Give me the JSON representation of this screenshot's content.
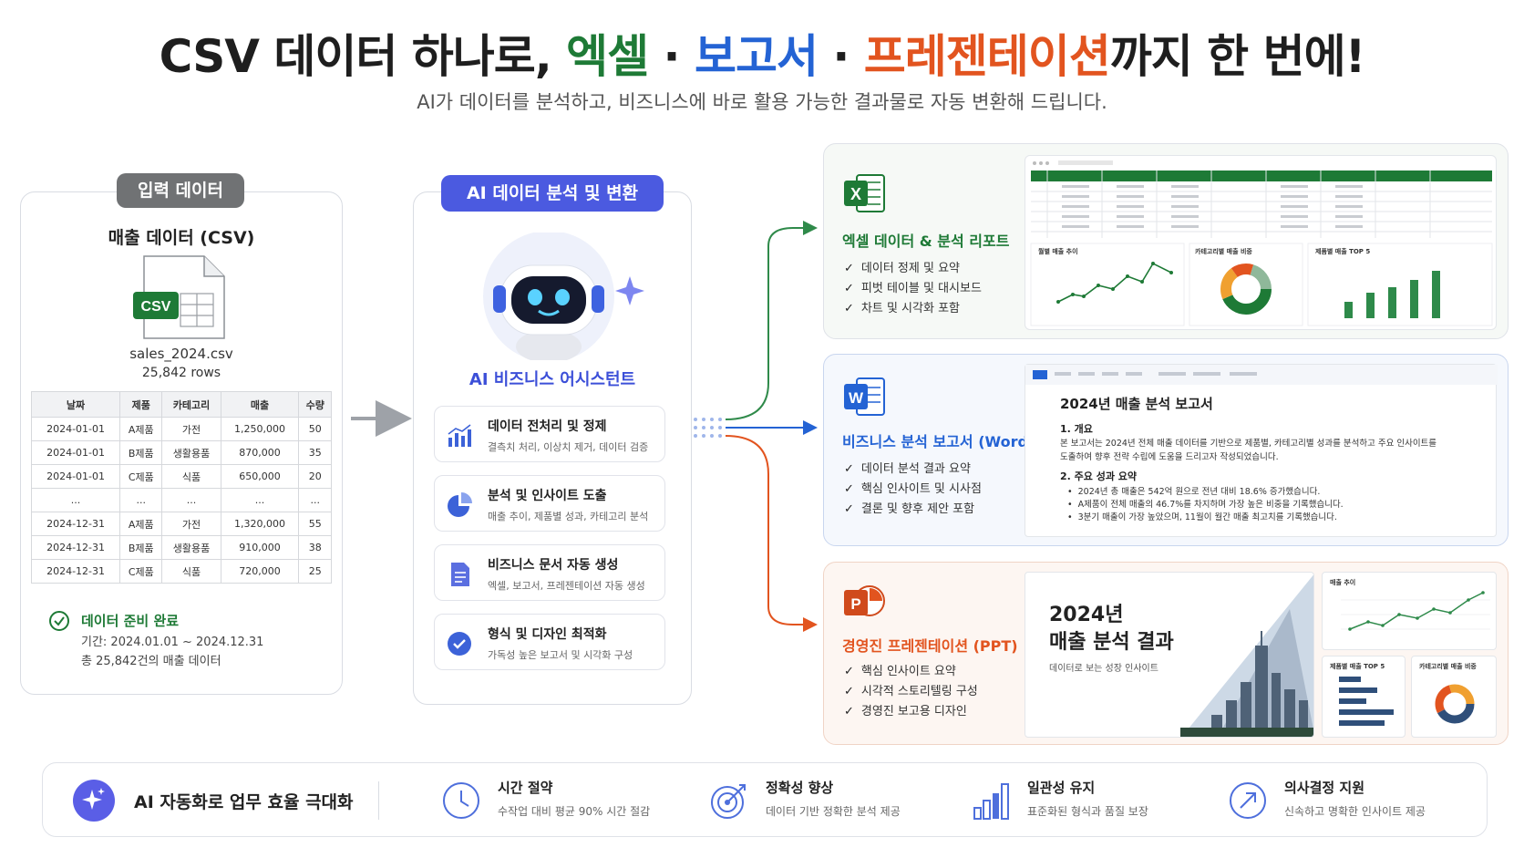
{
  "header": {
    "title_part1": "CSV 데이터 하나로, ",
    "title_excel": "엑셀",
    "title_sep1": " · ",
    "title_report": "보고서",
    "title_sep2": " · ",
    "title_ppt": "프레젠테이션",
    "title_part2": "까지 한 번에!",
    "subtitle": "AI가 데이터를 분석하고, 비즈니스에 바로 활용 가능한 결과물로 자동 변환해 드립니다."
  },
  "input": {
    "pill": "입력 데이터",
    "title": "매출 데이터 (CSV)",
    "file_badge": "CSV",
    "file_name": "sales_2024.csv",
    "rows": "25,842 rows",
    "table": {
      "headers": [
        "날짜",
        "제품",
        "카테고리",
        "매출",
        "수량"
      ],
      "rows": [
        [
          "2024-01-01",
          "A제품",
          "가전",
          "1,250,000",
          "50"
        ],
        [
          "2024-01-01",
          "B제품",
          "생활용품",
          "870,000",
          "35"
        ],
        [
          "2024-01-01",
          "C제품",
          "식품",
          "650,000",
          "20"
        ],
        [
          "...",
          "...",
          "...",
          "...",
          "..."
        ],
        [
          "2024-12-31",
          "A제품",
          "가전",
          "1,320,000",
          "55"
        ],
        [
          "2024-12-31",
          "B제품",
          "생활용품",
          "910,000",
          "38"
        ],
        [
          "2024-12-31",
          "C제품",
          "식품",
          "720,000",
          "25"
        ]
      ]
    },
    "ready_title": "데이터 준비 완료",
    "ready_period": "기간: 2024.01.01 ~ 2024.12.31",
    "ready_count": "총 25,842건의 매출 데이터"
  },
  "ai": {
    "pill": "AI 데이터 분석 및 변환",
    "assistant": "AI 비즈니스 어시스턴트",
    "steps": [
      {
        "title": "데이터 전처리 및 정제",
        "desc": "결측치 처리, 이상치 제거, 데이터 검증",
        "icon": "bar-chart-icon"
      },
      {
        "title": "분석 및 인사이트 도출",
        "desc": "매출 추이, 제품별 성과, 카테고리 분석",
        "icon": "pie-chart-icon"
      },
      {
        "title": "비즈니스 문서 자동 생성",
        "desc": "엑셀, 보고서, 프레젠테이션 자동 생성",
        "icon": "document-icon"
      },
      {
        "title": "형식 및 디자인 최적화",
        "desc": "가독성 높은 보고서 및 시각화 구성",
        "icon": "check-circle-icon"
      }
    ]
  },
  "outputs": {
    "excel": {
      "icon_letter": "X",
      "title": "엑셀 데이터 & 분석 리포트",
      "bullets": [
        "데이터 정제 및 요약",
        "피벗 테이블 및 대시보드",
        "차트 및 시각화 포함"
      ],
      "chart1_label": "월별 매출 추이",
      "chart2_label": "카테고리별 매출 비중",
      "chart3_label": "제품별 매출 TOP 5"
    },
    "word": {
      "icon_letter": "W",
      "title": "비즈니스 분석 보고서 (Word)",
      "bullets": [
        "데이터 분석 결과 요약",
        "핵심 인사이트 및 시사점",
        "결론 및 향후 제안 포함"
      ],
      "doc_title": "2024년 매출 분석 보고서",
      "h1": "1. 개요",
      "p1": "본 보고서는 2024년 전체 매출 데이터를 기반으로 제품별, 카테고리별 성과를 분석하고 주요 인사이트를",
      "p2": "도출하여 향후 전략 수립에 도움을 드리고자 작성되었습니다.",
      "h2": "2. 주요 성과 요약",
      "li": [
        "2024년 총 매출은 542억 원으로 전년 대비 18.6% 증가했습니다.",
        "A제품이 전체 매출의 46.7%를 차지하며 가장 높은 비중을 기록했습니다.",
        "3분기 매출이 가장 높았으며, 11월이 월간 매출 최고치를 기록했습니다."
      ]
    },
    "ppt": {
      "icon_letter": "P",
      "title": "경영진 프레젠테이션 (PPT)",
      "bullets": [
        "핵심 인사이트 요약",
        "시각적 스토리텔링 구성",
        "경영진 보고용 디자인"
      ],
      "slide_title1": "2024년",
      "slide_title2": "매출 분석 결과",
      "slide_sub": "데이터로 보는 성장 인사이트",
      "mini1": "매출 추이",
      "mini2": "제품별 매출 TOP 5",
      "mini3": "카테고리별 매출 비중"
    }
  },
  "bottom": {
    "main": "AI 자동화로 업무 효율 극대화",
    "items": [
      {
        "title": "시간 절약",
        "desc": "수작업 대비 평균 90% 시간 절감",
        "icon": "clock-icon"
      },
      {
        "title": "정확성 향상",
        "desc": "데이터 기반 정확한 분석 제공",
        "icon": "target-icon"
      },
      {
        "title": "일관성 유지",
        "desc": "표준화된 형식과 품질 보장",
        "icon": "bars-icon"
      },
      {
        "title": "의사결정 지원",
        "desc": "신속하고 명확한 인사이트 제공",
        "icon": "arrow-up-right-icon"
      }
    ]
  },
  "colors": {
    "green": "#1e7a36",
    "blue": "#2463d4",
    "orange": "#e2541f",
    "purple": "#4b5ae0"
  }
}
